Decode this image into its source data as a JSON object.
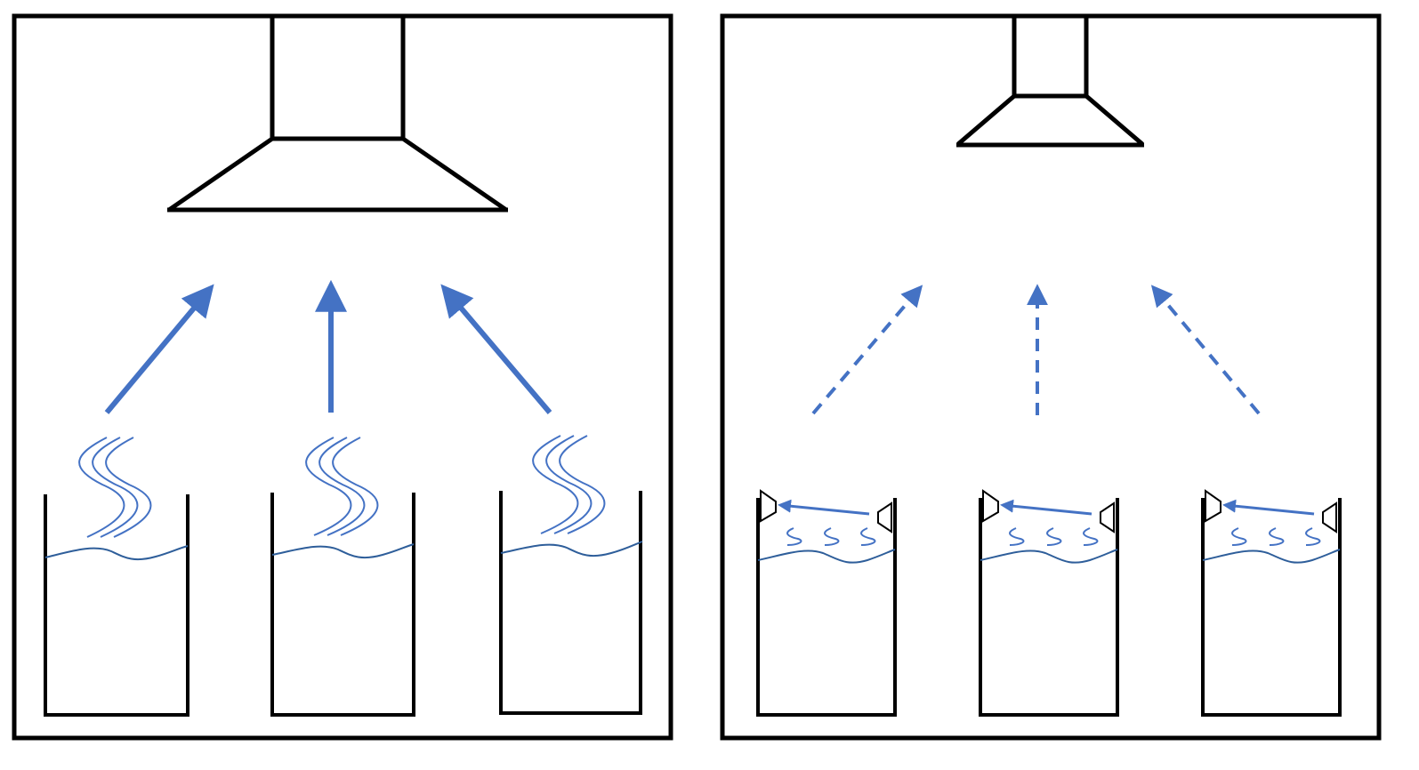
{
  "colors": {
    "outline": "#000000",
    "primary_arrow": "#4472C4",
    "liquid_line": "#2E5E9A",
    "vapor": "#4472C4",
    "background": "#FFFFFF"
  },
  "panels": [
    {
      "id": "left",
      "hood": "exhaust-hood-large",
      "tanks": 3,
      "arrows": "solid",
      "vapor": "wavy-plumes"
    },
    {
      "id": "right",
      "hood": "exhaust-hood-small",
      "tanks": 3,
      "arrows": "dashed",
      "vapor": "small-squiggles",
      "push_pull": "nozzle-to-hood-crossflow"
    }
  ]
}
